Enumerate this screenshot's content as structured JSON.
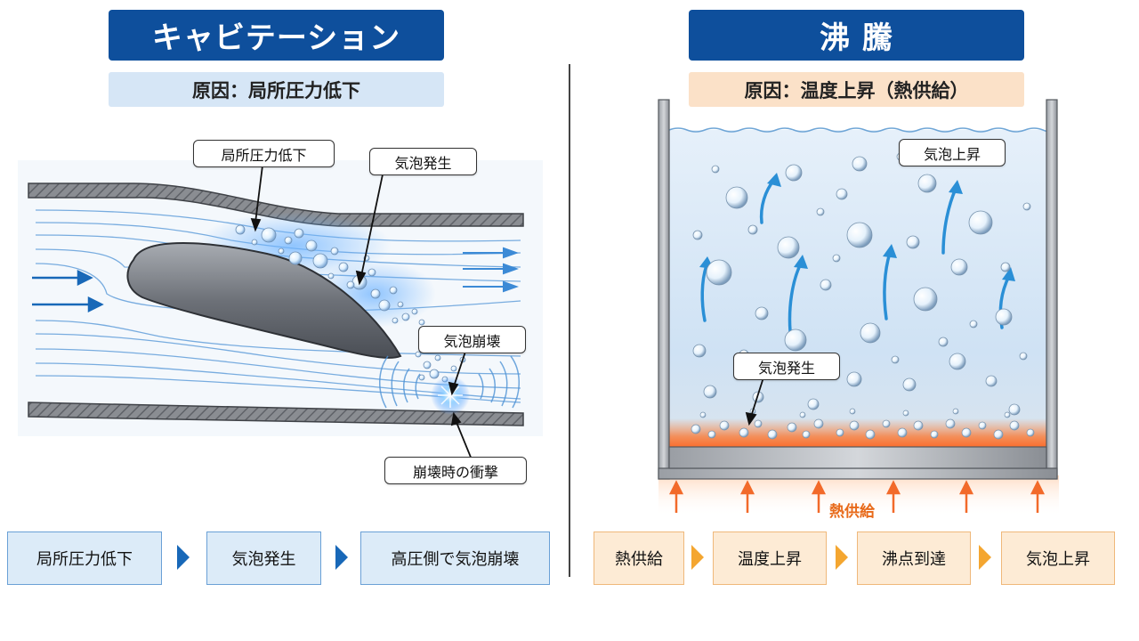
{
  "left": {
    "title": "キャビテーション",
    "cause": "原因：局所圧力低下",
    "callouts": {
      "pressure_drop": "局所圧力低下",
      "bubble_gen": "気泡発生",
      "bubble_collapse": "気泡崩壊",
      "impact": "崩壊時の衝撃"
    },
    "steps": [
      "局所圧力低下",
      "気泡発生",
      "高圧側で気泡崩壊"
    ]
  },
  "right": {
    "title": "沸 騰",
    "cause": "原因：温度上昇（熱供給）",
    "callouts": {
      "bubble_rise": "気泡上昇",
      "bubble_gen": "気泡発生"
    },
    "heat_label": "熱供給",
    "steps": [
      "熱供給",
      "温度上昇",
      "沸点到達",
      "気泡上昇"
    ]
  },
  "colors": {
    "title_bg": "#0e4f9c",
    "left_accent": "#1868b8",
    "right_accent": "#f4a630",
    "heat": "#f05a1a"
  }
}
